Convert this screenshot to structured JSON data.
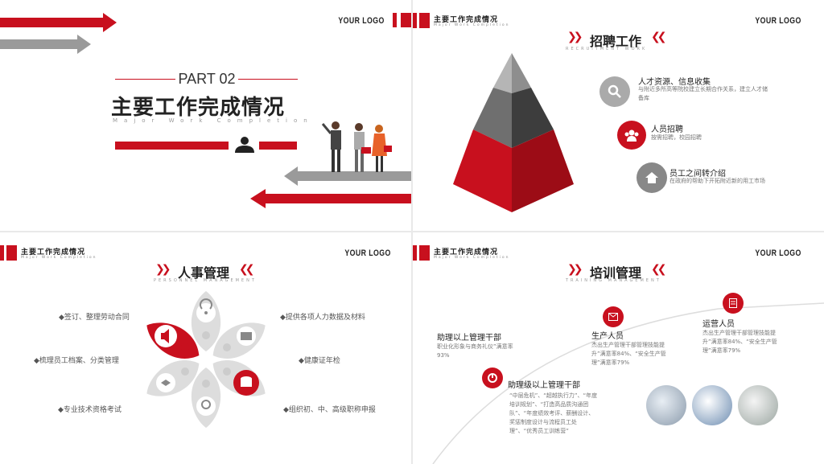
{
  "logo_text": "YOUR LOGO",
  "header": {
    "title": "主要工作完成情况",
    "subtitle": "Major Work Completion"
  },
  "slide1": {
    "part": "PART 02",
    "title": "主要工作完成情况",
    "subtitle": "Major Work Completion"
  },
  "slide2": {
    "title": "招聘工作",
    "subtitle": "RECRUITMENT WORK",
    "items": [
      {
        "title": "人才资源、信息收集",
        "desc": "与附近多所高等院校建立长期合作关系，建立人才储备库",
        "icon": "search-icon"
      },
      {
        "title": "人员招聘",
        "desc": "按需招聘，校园招聘",
        "icon": "people-icon"
      },
      {
        "title": "员工之间转介绍",
        "desc": "在政府的帮助下开拓附近新的用工市场",
        "icon": "home-icon"
      }
    ]
  },
  "slide3": {
    "title": "人事管理",
    "subtitle": "PERSONNEL MANAGEMENT",
    "labels_left": [
      "◆签订、整理劳动合同",
      "◆梳理员工档案、分类管理",
      "◆专业技术资格考试"
    ],
    "labels_right": [
      "◆提供各项人力数据及材料",
      "◆健康证年检",
      "◆组织初、中、高级职称申报"
    ]
  },
  "slide4": {
    "title": "培训管理",
    "subtitle": "TRAINING MANAGEMENT",
    "items": [
      {
        "title": "助理以上管理干部",
        "desc": "职业化形象与商务礼仪”满意率93%"
      },
      {
        "title": "助理级以上管理干部",
        "desc": "“中层危机”、“超越执行力”、“年度培训规划”、“打造高品质沟通团队”、“年度绩效考评、薪酬设计、奖惩制度设计与流程员工处理”、“优秀员工训练营”"
      },
      {
        "title": "生产人员",
        "desc": "杰出生产管理干部管理技能提升”满意率84%、“安全生产管理”满意率79%"
      },
      {
        "title": "运营人员",
        "desc": "杰出生产管理干部管理技能提升”满意率84%、“安全生产管理”满意率79%"
      }
    ]
  },
  "colors": {
    "accent": "#c8101e",
    "gray": "#9a9a9a"
  }
}
